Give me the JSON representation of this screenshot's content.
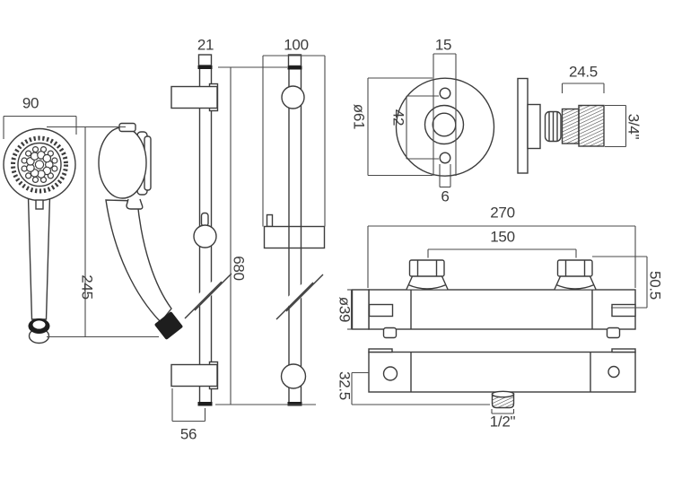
{
  "meta": {
    "doc_type": "technical-line-drawing",
    "subject": "thermostatic-bar-shower-kit"
  },
  "colors": {
    "line": "#3c3c3c",
    "dark_fill": "#1e1e1e",
    "background": "#ffffff"
  },
  "views": {
    "handset_front": "shower handset front",
    "handset_side": "shower handset side",
    "rail_front": "slide rail front",
    "rail_side": "slide rail side",
    "outlet_front": "wall outlet front",
    "outlet_side": "wall outlet side with threaded connector",
    "valve_top": "bar valve front",
    "valve_bottom": "bar valve underside"
  },
  "dims": {
    "handset_head_width": "90",
    "handset_length": "245",
    "rail_diameter": "21",
    "rail_wall_depth": "100",
    "rail_length": "680",
    "rail_bracket_offset": "56",
    "outlet_slot_width": "15",
    "outlet_diameter": "ø61",
    "outlet_hole_centres": "42",
    "outlet_hole_width": "6",
    "connector_length": "24.5",
    "connector_thread": "3/4\"",
    "valve_width": "270",
    "valve_inlet_centres": "150",
    "valve_inlet_height": "50.5",
    "valve_body_diameter": "ø39",
    "valve_outlet_depth": "32.5",
    "valve_outlet_thread": "1/2\""
  }
}
